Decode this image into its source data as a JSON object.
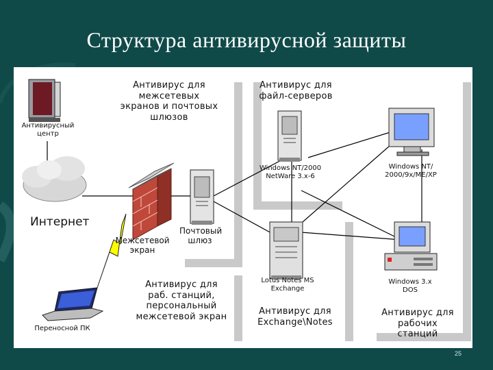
{
  "title": "Структура антивирусной защиты",
  "page_number": "25",
  "colors": {
    "background": "#0f4a49",
    "panel": "#ffffff",
    "zone_shadow": "#c9c9c9",
    "brick": "#c0483a",
    "lightning": "#ffff00",
    "monitor_screen": "#7aa0ff"
  },
  "zones": {
    "firewall_gateway": "Антивирус для межсетевых экранов и почтовых шлюзов",
    "file_servers": "Антивирус для файл-серверов",
    "workstations_firewall": "Антивирус для раб. станций, персональный межсетевой экран",
    "exchange": "Антивирус для Exchange\\Notes",
    "workstations": "Антивирус для рабочих станций"
  },
  "nodes": {
    "av_center": "Антивирусный центр",
    "internet": "Интернет",
    "firewall": "Межсетевой экран",
    "mail_gateway": "Почтовый шлюз",
    "file_server": "Windows NT/2000 NetWare 3.x-6",
    "workstation_modern": "Windows NT/ 2000/9x/ME/XP",
    "workstation_legacy": "Windows 3.x DOS",
    "mail_server": "Lotus Notes MS Exchange",
    "laptop": "Переносной ПК"
  },
  "icons": [
    "server-tower-icon",
    "cloud-icon",
    "brick-wall-icon",
    "lightning-icon",
    "laptop-icon",
    "monitor-icon",
    "desktop-computer-icon",
    "mail-server-icon"
  ]
}
